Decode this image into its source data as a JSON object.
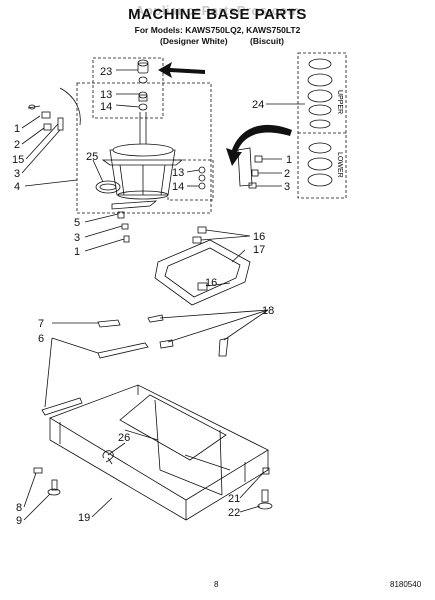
{
  "watermark": "AppliancePartsPros.com",
  "title": "MACHINE BASE PARTS",
  "models_line": "For Models: KAWS750LQ2, KAWS750LT2",
  "variant_left": "(Designer White)",
  "variant_right": "(Biscuit)",
  "labels": {
    "upper": "UPPER",
    "lower": "LOWER"
  },
  "callouts": [
    {
      "id": "c-23",
      "text": "23"
    },
    {
      "id": "c-13a",
      "text": "13"
    },
    {
      "id": "c-14a",
      "text": "14"
    },
    {
      "id": "c-24",
      "text": "24"
    },
    {
      "id": "c-1a",
      "text": "1"
    },
    {
      "id": "c-2a",
      "text": "2"
    },
    {
      "id": "c-15",
      "text": "15"
    },
    {
      "id": "c-3a",
      "text": "3"
    },
    {
      "id": "c-4",
      "text": "4"
    },
    {
      "id": "c-25",
      "text": "25"
    },
    {
      "id": "c-13b",
      "text": "13"
    },
    {
      "id": "c-14b",
      "text": "14"
    },
    {
      "id": "c-1b",
      "text": "1"
    },
    {
      "id": "c-2b",
      "text": "2"
    },
    {
      "id": "c-3b",
      "text": "3"
    },
    {
      "id": "c-5",
      "text": "5"
    },
    {
      "id": "c-3c",
      "text": "3"
    },
    {
      "id": "c-1c",
      "text": "1"
    },
    {
      "id": "c-16a",
      "text": "16"
    },
    {
      "id": "c-17",
      "text": "17"
    },
    {
      "id": "c-16b",
      "text": "16"
    },
    {
      "id": "c-7",
      "text": "7"
    },
    {
      "id": "c-18",
      "text": "18"
    },
    {
      "id": "c-6",
      "text": "6"
    },
    {
      "id": "c-26",
      "text": "26"
    },
    {
      "id": "c-8",
      "text": "8"
    },
    {
      "id": "c-9",
      "text": "9"
    },
    {
      "id": "c-19",
      "text": "19"
    },
    {
      "id": "c-21",
      "text": "21"
    },
    {
      "id": "c-22",
      "text": "22"
    }
  ],
  "page_number": "8",
  "doc_number": "8180540",
  "colors": {
    "ink": "#111111",
    "watermark": "#c8c8c8"
  }
}
